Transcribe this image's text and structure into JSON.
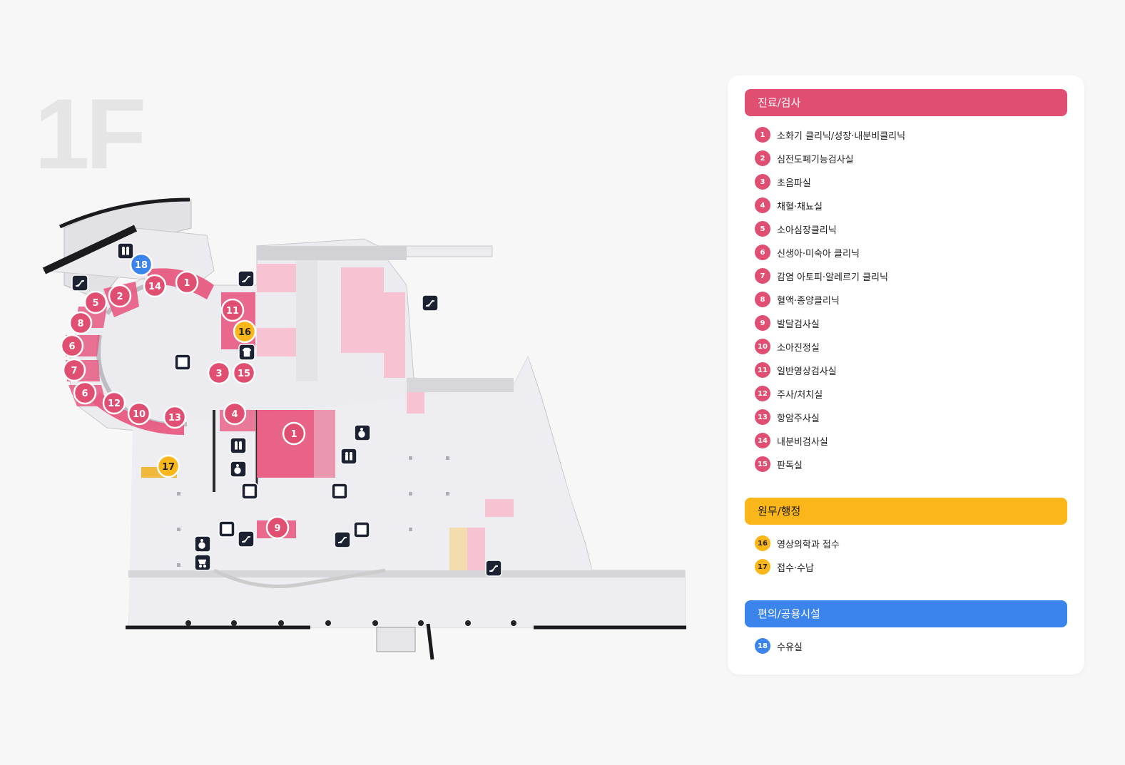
{
  "floor": "1F",
  "colors": {
    "clinic": "#e04e72",
    "admin": "#fbb71a",
    "facility": "#3a84ec",
    "icon_bg": "#1d2233"
  },
  "legend": {
    "categories": [
      {
        "title": "진료/검사",
        "color": "clinic",
        "items": [
          {
            "num": "1",
            "label": "소화기 클리닉/성장·내분비클리닉"
          },
          {
            "num": "2",
            "label": "심전도폐기능검사실"
          },
          {
            "num": "3",
            "label": "초음파실"
          },
          {
            "num": "4",
            "label": "채혈·채뇨실"
          },
          {
            "num": "5",
            "label": "소아심장클리닉"
          },
          {
            "num": "6",
            "label": "신생아·미숙아 클리닉"
          },
          {
            "num": "7",
            "label": "감염 아토피·알레르기 클리닉"
          },
          {
            "num": "8",
            "label": "혈액·종양클리닉"
          },
          {
            "num": "9",
            "label": "발달검사실"
          },
          {
            "num": "10",
            "label": "소아진정실"
          },
          {
            "num": "11",
            "label": "일반영상검사실"
          },
          {
            "num": "12",
            "label": "주사/처치실"
          },
          {
            "num": "13",
            "label": "항암주사실"
          },
          {
            "num": "14",
            "label": "내분비검사실"
          },
          {
            "num": "15",
            "label": "판독실"
          }
        ]
      },
      {
        "title": "원무/행정",
        "color": "admin",
        "items": [
          {
            "num": "16",
            "label": "영상의학과 접수"
          },
          {
            "num": "17",
            "label": "접수·수납"
          }
        ]
      },
      {
        "title": "편의/공용시설",
        "color": "facility",
        "items": [
          {
            "num": "18",
            "label": "수유실"
          }
        ]
      }
    ]
  },
  "map_markers": [
    {
      "num": "1",
      "color": "clinic"
    },
    {
      "num": "1",
      "color": "clinic"
    },
    {
      "num": "2",
      "color": "clinic"
    },
    {
      "num": "3",
      "color": "clinic"
    },
    {
      "num": "4",
      "color": "clinic"
    },
    {
      "num": "5",
      "color": "clinic"
    },
    {
      "num": "6",
      "color": "clinic"
    },
    {
      "num": "6",
      "color": "clinic"
    },
    {
      "num": "7",
      "color": "clinic"
    },
    {
      "num": "8",
      "color": "clinic"
    },
    {
      "num": "9",
      "color": "clinic"
    },
    {
      "num": "10",
      "color": "clinic"
    },
    {
      "num": "11",
      "color": "clinic"
    },
    {
      "num": "12",
      "color": "clinic"
    },
    {
      "num": "13",
      "color": "clinic"
    },
    {
      "num": "14",
      "color": "clinic"
    },
    {
      "num": "15",
      "color": "clinic"
    },
    {
      "num": "16",
      "color": "admin"
    },
    {
      "num": "17",
      "color": "admin"
    },
    {
      "num": "18",
      "color": "facility"
    }
  ],
  "map_icons": [
    "restroom-icon",
    "escalator-icon",
    "escalator-icon",
    "escalator-icon",
    "elevator-icon",
    "nursing-room-icon",
    "restroom-icon",
    "wheelchair-icon",
    "wheelchair-icon",
    "restroom-icon",
    "elevator-icon",
    "elevator-icon",
    "elevator-icon",
    "escalator-icon",
    "elevator-icon",
    "escalator-icon",
    "wheelchair-icon",
    "stroller-icon",
    "escalator-icon"
  ]
}
